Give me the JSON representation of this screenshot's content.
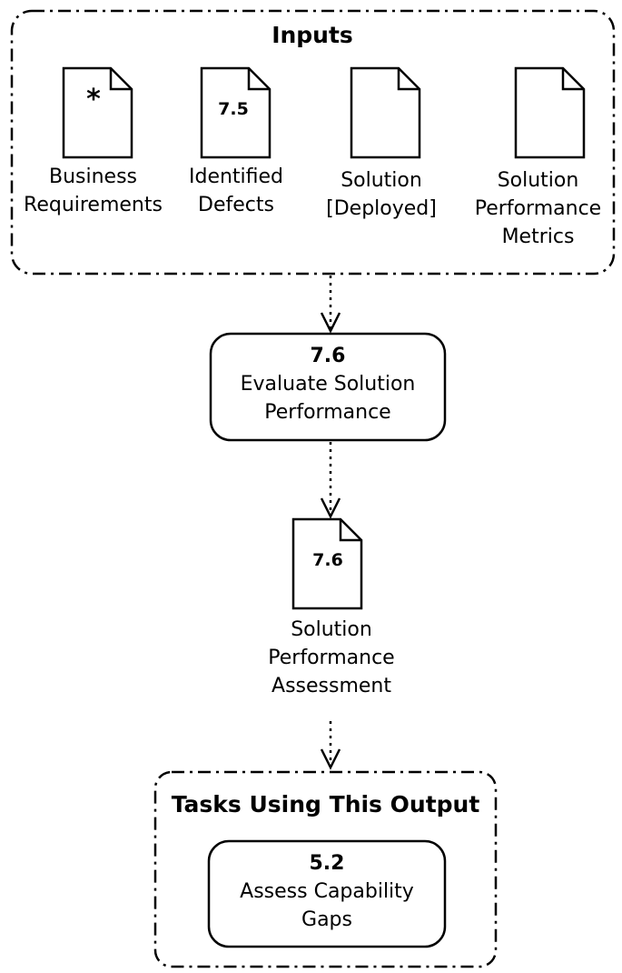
{
  "inputs": {
    "title": "Inputs",
    "documents": [
      {
        "mark": "*",
        "label_lines": [
          "Business",
          "Requirements"
        ]
      },
      {
        "mark": "7.5",
        "label_lines": [
          "Identified",
          "Defects"
        ]
      },
      {
        "mark": "",
        "label_lines": [
          "Solution",
          "[Deployed]"
        ]
      },
      {
        "mark": "",
        "label_lines": [
          "Solution",
          "Performance",
          "Metrics"
        ]
      }
    ]
  },
  "task": {
    "number": "7.6",
    "name_lines": [
      "Evaluate Solution",
      "Performance"
    ]
  },
  "output": {
    "mark": "7.6",
    "label_lines": [
      "Solution",
      "Performance",
      "Assessment"
    ]
  },
  "tasks_using_output": {
    "title": "Tasks Using This Output",
    "task": {
      "number": "5.2",
      "name_lines": [
        "Assess Capability",
        "Gaps"
      ]
    }
  }
}
